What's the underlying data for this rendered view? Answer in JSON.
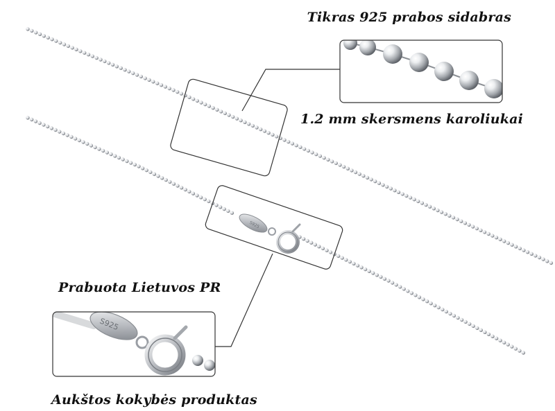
{
  "captions": {
    "material": "Tikras 925 prabos sidabras",
    "bead_size": "1.2 mm skersmens karoliukai",
    "assay": "Prabuota Lietuvos PR",
    "quality": "Aukštos kokybės produktas"
  },
  "clasp_stamp": "S925",
  "colors": {
    "background": "#ffffff",
    "silver": "#c9cbce",
    "callout_line": "#333333",
    "text": "#111111"
  }
}
